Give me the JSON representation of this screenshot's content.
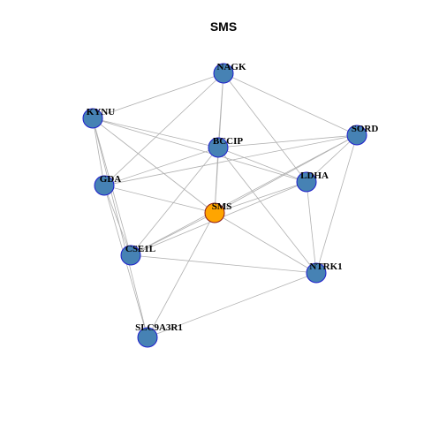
{
  "graph": {
    "title": "SMS",
    "center_node": "SMS",
    "colors": {
      "node_fill": "#4682B4",
      "node_stroke": "#1E1ECC",
      "center_fill": "#FFA500",
      "center_stroke": "#8B1A1A",
      "edge": "#B0B0B0"
    },
    "nodes": [
      {
        "id": "NAGK"
      },
      {
        "id": "KYNU"
      },
      {
        "id": "SORD"
      },
      {
        "id": "BCCIP"
      },
      {
        "id": "LDHA"
      },
      {
        "id": "GDA"
      },
      {
        "id": "SMS"
      },
      {
        "id": "CSE1L"
      },
      {
        "id": "NTRK1"
      },
      {
        "id": "SLC9A3R1"
      }
    ],
    "edges": [
      [
        "NAGK",
        "KYNU"
      ],
      [
        "NAGK",
        "SORD"
      ],
      [
        "NAGK",
        "BCCIP"
      ],
      [
        "NAGK",
        "SMS"
      ],
      [
        "NAGK",
        "GDA"
      ],
      [
        "NAGK",
        "LDHA"
      ],
      [
        "KYNU",
        "BCCIP"
      ],
      [
        "KYNU",
        "LDHA"
      ],
      [
        "KYNU",
        "SMS"
      ],
      [
        "KYNU",
        "CSE1L"
      ],
      [
        "KYNU",
        "SLC9A3R1"
      ],
      [
        "KYNU",
        "GDA"
      ],
      [
        "SORD",
        "BCCIP"
      ],
      [
        "SORD",
        "LDHA"
      ],
      [
        "SORD",
        "SMS"
      ],
      [
        "SORD",
        "NTRK1"
      ],
      [
        "SORD",
        "GDA"
      ],
      [
        "SORD",
        "CSE1L"
      ],
      [
        "BCCIP",
        "LDHA"
      ],
      [
        "BCCIP",
        "GDA"
      ],
      [
        "BCCIP",
        "SMS"
      ],
      [
        "BCCIP",
        "CSE1L"
      ],
      [
        "BCCIP",
        "NTRK1"
      ],
      [
        "LDHA",
        "SMS"
      ],
      [
        "LDHA",
        "NTRK1"
      ],
      [
        "LDHA",
        "CSE1L"
      ],
      [
        "GDA",
        "SMS"
      ],
      [
        "GDA",
        "CSE1L"
      ],
      [
        "GDA",
        "SLC9A3R1"
      ],
      [
        "SMS",
        "CSE1L"
      ],
      [
        "SMS",
        "NTRK1"
      ],
      [
        "SMS",
        "SLC9A3R1"
      ],
      [
        "CSE1L",
        "NTRK1"
      ],
      [
        "NTRK1",
        "SLC9A3R1"
      ]
    ]
  }
}
